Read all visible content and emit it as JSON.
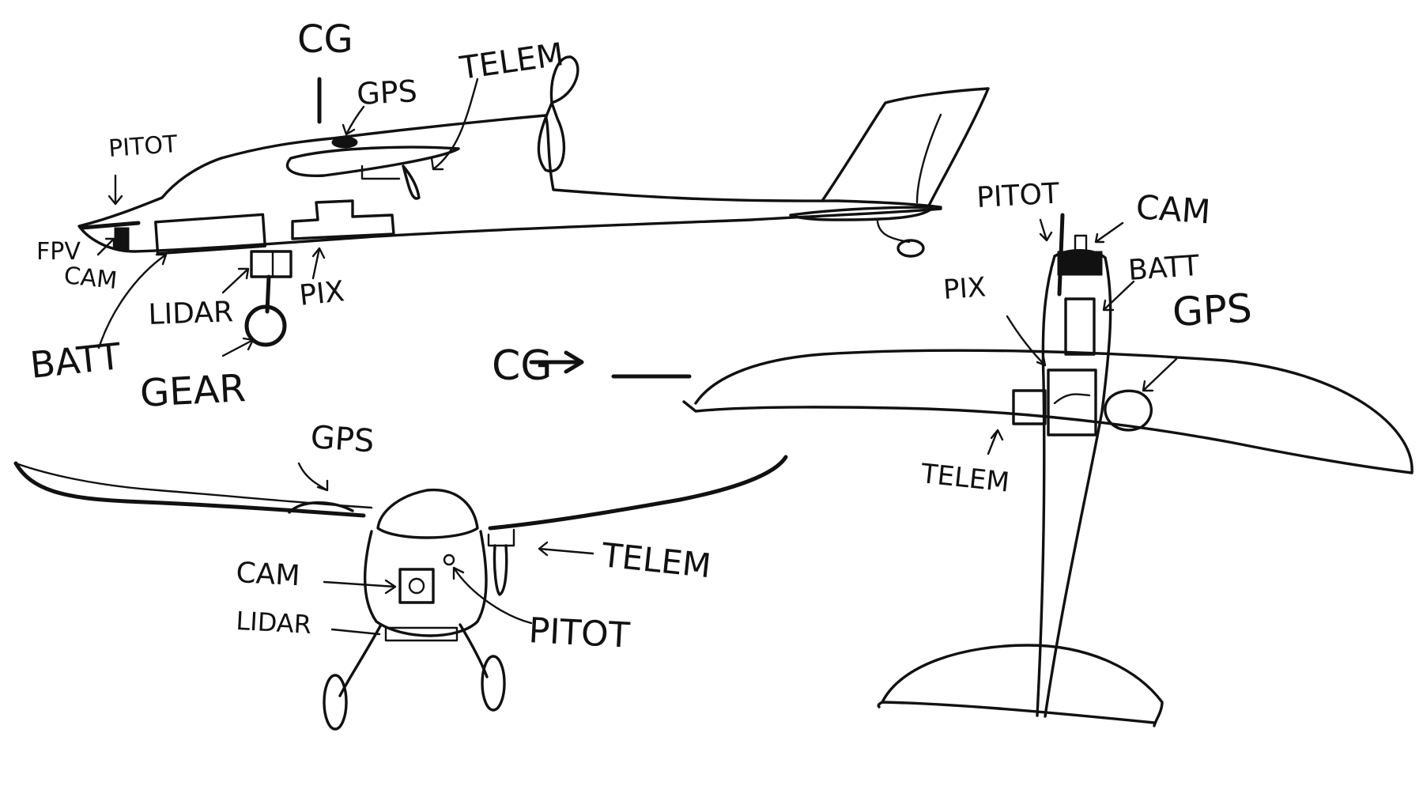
{
  "palette": {
    "background": "#ffffff",
    "ink": "#111111"
  },
  "side_view": {
    "labels": {
      "cg": "CG",
      "gps": "GPS",
      "telem": "TELEM",
      "pitot": "PITOT",
      "fpv": "FPV",
      "cam": "CAM",
      "lidar": "LIDAR",
      "pix": "PIX",
      "batt": "BATT",
      "gear": "GEAR"
    }
  },
  "top_view": {
    "labels": {
      "pitot": "PITOT",
      "cam": "CAM",
      "batt": "BATT",
      "pix": "PIX",
      "gps": "GPS",
      "cg": "CG",
      "telem": "TELEM"
    }
  },
  "front_view": {
    "labels": {
      "gps": "GPS",
      "cam": "CAM",
      "telem": "TELEM",
      "lidar": "LIDAR",
      "pitot": "PITOT"
    }
  }
}
